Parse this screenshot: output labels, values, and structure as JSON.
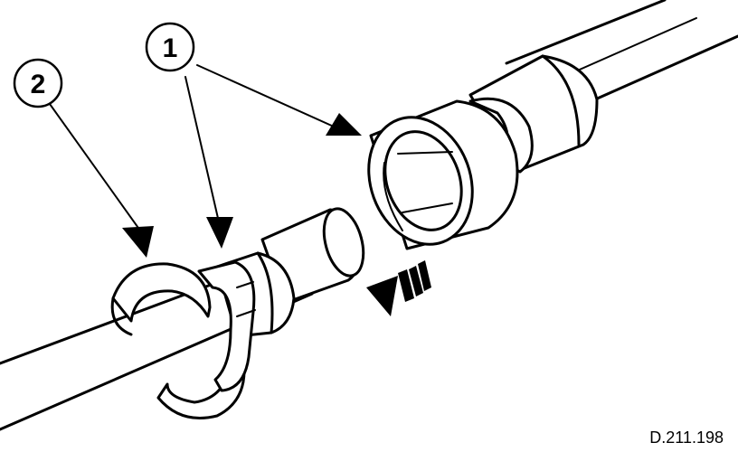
{
  "callouts": [
    {
      "label": "1"
    },
    {
      "label": "2"
    }
  ],
  "reference_code": "D.211.198",
  "colors": {
    "ink": "#000000",
    "paper": "#ffffff"
  }
}
